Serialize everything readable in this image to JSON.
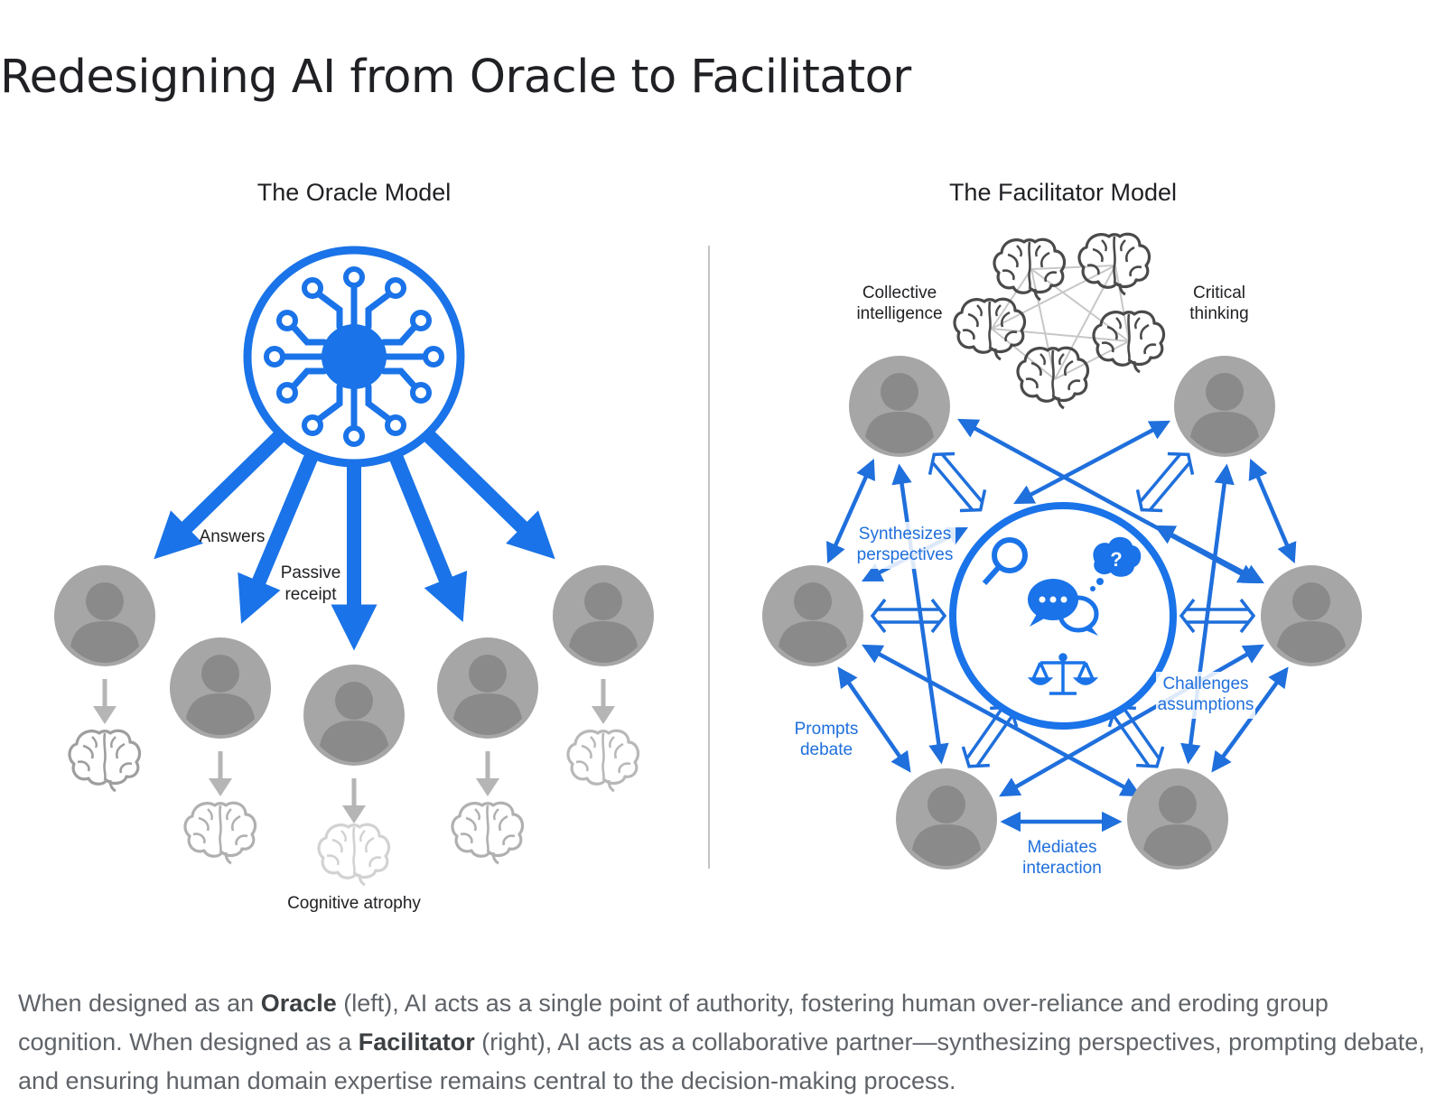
{
  "title": "Redesigning AI from Oracle to Facilitator",
  "oracle": {
    "heading": "The Oracle Model",
    "labels": {
      "answers": "Answers",
      "passive_line1": "Passive",
      "passive_line2": "receipt",
      "atrophy": "Cognitive atrophy"
    }
  },
  "facilitator": {
    "heading": "The Facilitator Model",
    "labels": {
      "collective_line1": "Collective",
      "collective_line2": "intelligence",
      "critical_line1": "Critical",
      "critical_line2": "thinking",
      "synth_line1": "Synthesizes",
      "synth_line2": "perspectives",
      "challenges_line1": "Challenges",
      "challenges_line2": "assumptions",
      "prompts_line1": "Prompts",
      "prompts_line2": "debate",
      "mediates_line1": "Mediates",
      "mediates_line2": "interaction"
    }
  },
  "caption": {
    "p1": "When designed as an ",
    "b1": "Oracle",
    "p2": " (left), AI acts as a single point of authority, fostering human over-reliance and eroding group cognition. When designed as a ",
    "b2": "Facilitator",
    "p3": " (right), AI acts as a collaborative partner—synthesizing perspectives, prompting debate, and ensuring human domain expertise remains central to the decision-making process."
  },
  "colors": {
    "accent": "#1a73e8",
    "accent_light": "#1f6fdc",
    "person_gray": "#a3a3a3",
    "person_dark": "#8a8a8a",
    "text_dark": "#202124",
    "text_caption": "#5f6368"
  },
  "icons": [
    "ai-chip-icon",
    "person-icon",
    "brain-icon",
    "magnifier-icon",
    "chat-bubbles-icon",
    "question-cloud-icon",
    "scales-icon"
  ]
}
